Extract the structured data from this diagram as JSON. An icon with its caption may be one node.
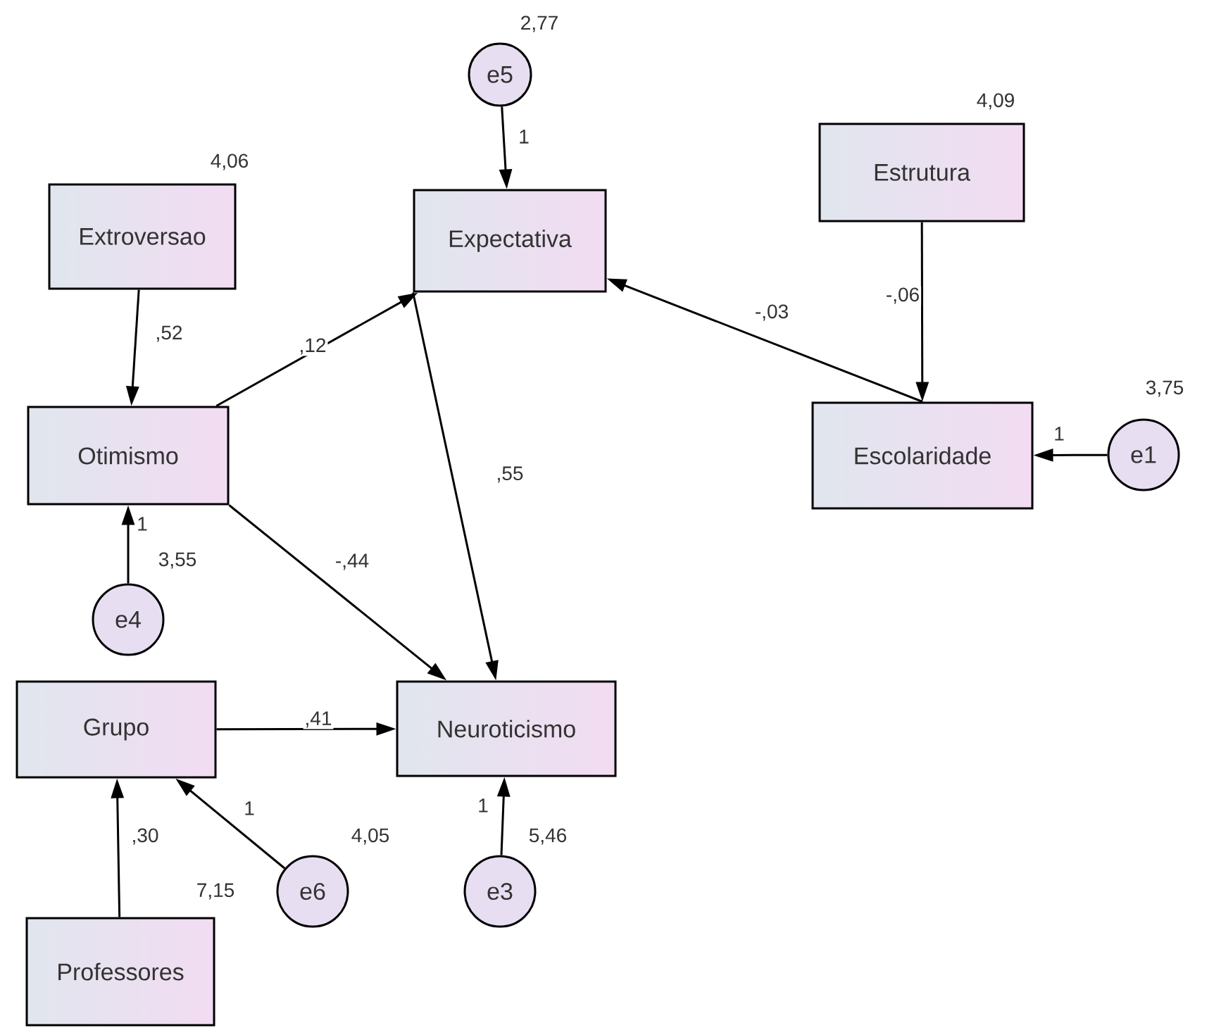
{
  "diagram": {
    "nodes": [
      {
        "text": [
          "e5"
        ],
        "beside": [
          "2,77"
        ]
      },
      {
        "text": [
          "Estrutura"
        ],
        "beside": [
          "4,09"
        ]
      },
      {
        "text": [
          "Extroversao"
        ],
        "beside": [
          "4,06"
        ]
      },
      {
        "text": [
          "Expectativa"
        ]
      },
      {
        "text": [
          "Otimismo"
        ]
      },
      {
        "text": [
          "Escolaridade"
        ]
      },
      {
        "text": [
          "e1"
        ],
        "beside": [
          "3,75"
        ]
      },
      {
        "text": [
          "e4"
        ],
        "beside": [
          "3,55"
        ]
      },
      {
        "text": [
          "Grupo"
        ]
      },
      {
        "text": [
          "Neuroticismo"
        ]
      },
      {
        "text": [
          "e6"
        ],
        "beside": [
          "4,05"
        ]
      },
      {
        "text": [
          "e3"
        ],
        "beside": [
          "5,46"
        ]
      },
      {
        "text": [
          "Professores"
        ],
        "beside": [
          "7,15"
        ]
      }
    ],
    "edges": [
      {
        "from": 0,
        "to": 3,
        "arrow": "to",
        "label": "1"
      },
      {
        "from": 2,
        "to": 4,
        "arrow": "to",
        "label": ",52"
      },
      {
        "from": 4,
        "to": 3,
        "arrow": "to",
        "label": ",12"
      },
      {
        "from": 5,
        "to": 3,
        "arrow": "to",
        "label": "-,03"
      },
      {
        "from": 1,
        "to": 5,
        "arrow": "to",
        "label": "-,06"
      },
      {
        "from": 6,
        "to": 5,
        "arrow": "to",
        "label": "1"
      },
      {
        "from": 3,
        "to": 9,
        "arrow": "to",
        "label": ",55"
      },
      {
        "from": 4,
        "to": 9,
        "arrow": "to",
        "label": "-,44"
      },
      {
        "from": 7,
        "to": 4,
        "arrow": "to",
        "label": "1"
      },
      {
        "from": 8,
        "to": 9,
        "arrow": "to",
        "label": ",41"
      },
      {
        "from": 10,
        "to": 8,
        "arrow": "to",
        "label": "1"
      },
      {
        "from": 11,
        "to": 9,
        "arrow": "to",
        "label": "1"
      },
      {
        "from": 12,
        "to": 8,
        "arrow": "to",
        "label": ",30"
      }
    ]
  }
}
